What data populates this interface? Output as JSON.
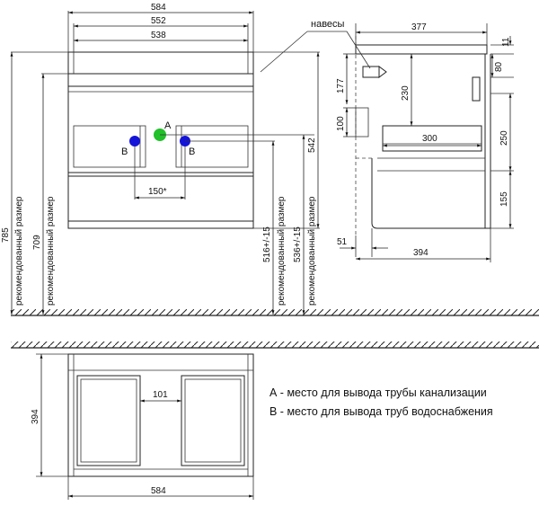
{
  "front_view": {
    "dims": {
      "total_width": "584",
      "inner_width_1": "552",
      "inner_width_2": "538",
      "total_height": "785",
      "height_709": "709",
      "height_542": "542",
      "pipe_spacing": "150*",
      "height_516": "516+/-15",
      "height_536": "536+/-15"
    },
    "recommended_label": "рекомендованный размер",
    "point_a": "A",
    "point_b": "B"
  },
  "side_view": {
    "hinges_label": "навесы",
    "dims": {
      "top_depth": "377",
      "thickness_11": "11",
      "depth_80": "80",
      "height_177": "177",
      "height_230": "230",
      "height_100": "100",
      "shelf_300": "300",
      "height_250": "250",
      "height_155": "155",
      "offset_51": "51",
      "bottom_depth": "394"
    }
  },
  "bottom_view": {
    "dims": {
      "height_394": "394",
      "gap_101": "101",
      "width_584": "584"
    }
  },
  "legend": {
    "a_text": "А - место для вывода трубы канализации",
    "b_text": "В - место для вывода труб водоснабжения"
  },
  "colors": {
    "point_a": "#22c02a",
    "point_b": "#1414d8"
  }
}
